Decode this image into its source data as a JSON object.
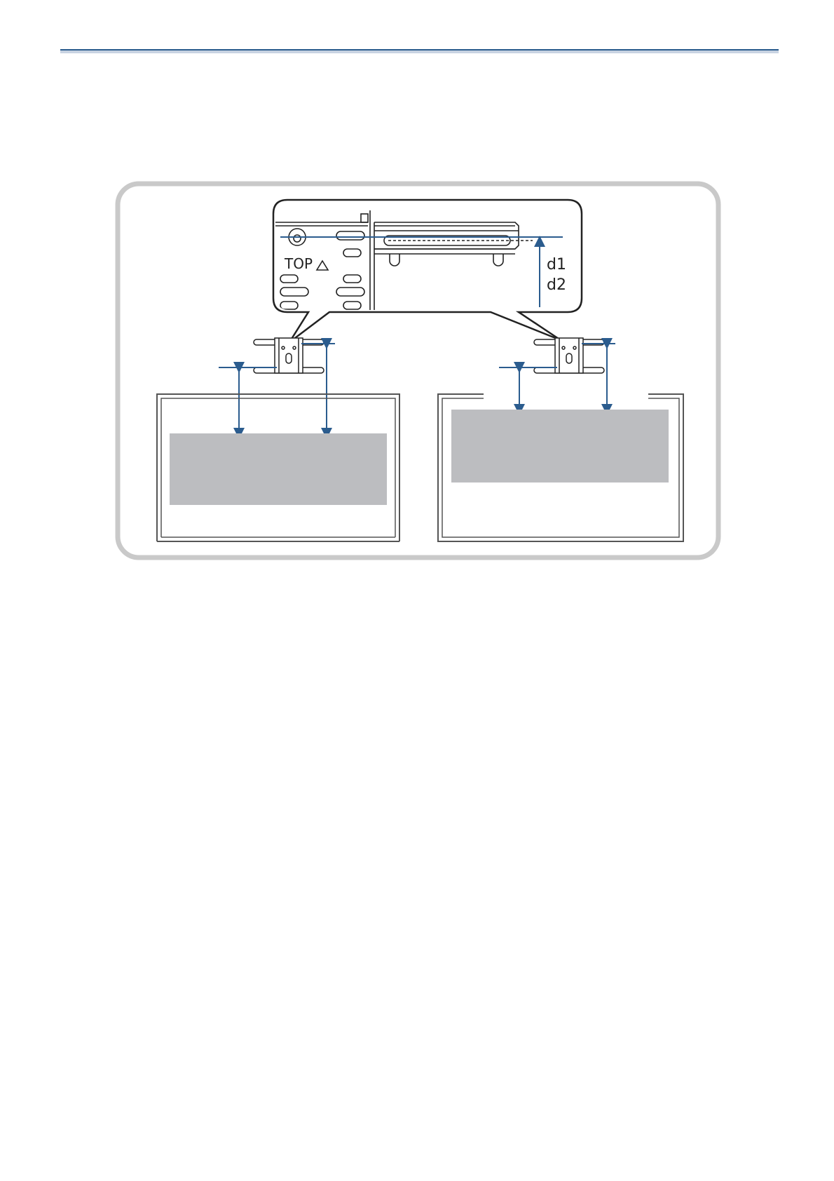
{
  "diagram": {
    "top_label": "TOP",
    "distance_labels": [
      "d1",
      "d2"
    ],
    "colors": {
      "accent": "#2b5c8e",
      "frame": "#c9c9c9",
      "screen_fill": "#bcbdc0",
      "line": "#222222"
    }
  }
}
